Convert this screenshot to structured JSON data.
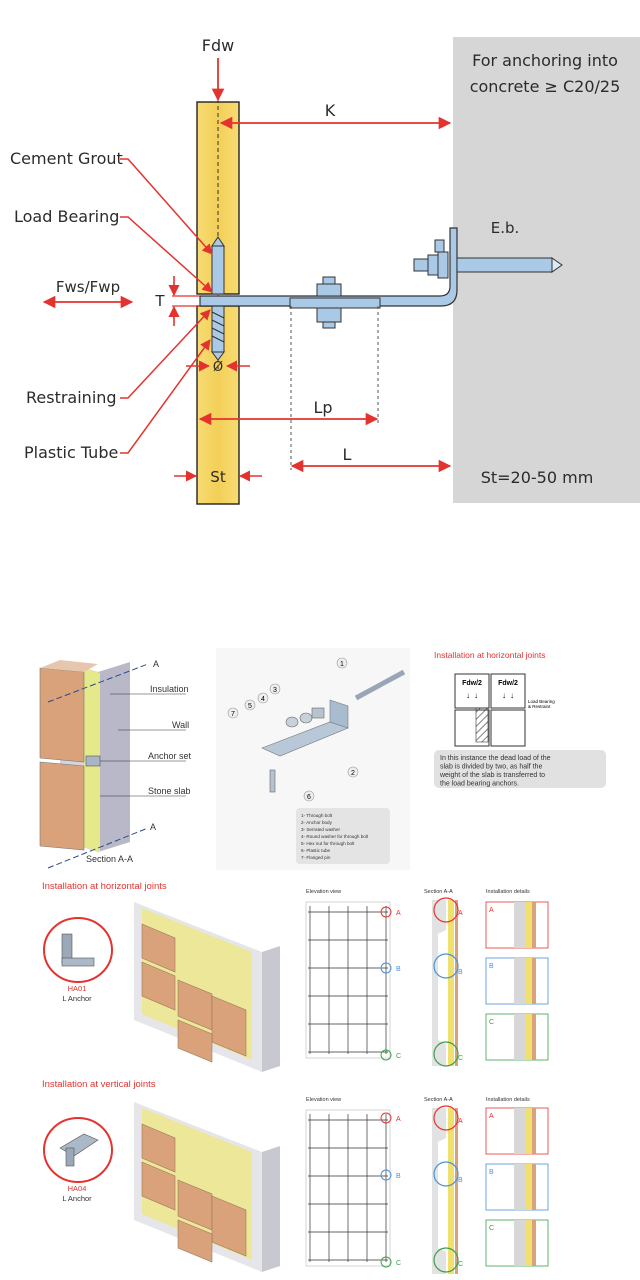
{
  "top": {
    "fdw": "Fdw",
    "k": "K",
    "cement_grout": "Cement Grout",
    "load_bearing": "Load Bearing",
    "fws_fwp": "Fws/Fwp",
    "t": "T",
    "diameter": "Ø",
    "restraining": "Restraining",
    "plastic_tube": "Plastic Tube",
    "lp": "Lp",
    "l": "L",
    "st": "St",
    "concrete_line1": "For anchoring into",
    "concrete_line2": "concrete ≥ C20/25",
    "eb": "E.b.",
    "st_range": "St=20-50 mm"
  },
  "section": {
    "a_top": "A",
    "insulation": "Insulation",
    "wall": "Wall",
    "anchor_set": "Anchor set",
    "stone_slab": "Stone slab",
    "a_bottom": "A",
    "section_aa": "Section A-A"
  },
  "parts": {
    "n1": "1",
    "n2": "2",
    "n3": "3",
    "n4": "4",
    "n5": "5",
    "n6": "6",
    "n7": "7",
    "list": [
      "1- Through bolt",
      "2- Anchor body",
      "3- Serrated washer",
      "4- Round washer for through bolt",
      "5- Hex nut for through bolt",
      "6- Plastic tube",
      "7- Flanged pin"
    ]
  },
  "horizontal_info": {
    "title": "Installation at horizontal joints",
    "fdw2_left": "Fdw/2",
    "fdw2_right": "Fdw/2",
    "load_line1": "Load Bearing",
    "load_line2": "& Restraint",
    "desc": [
      "In this instance the dead load of the",
      "slab is divided by two, as half the",
      "weight of the slab is transferred to",
      "the load bearing anchors."
    ]
  },
  "row1": {
    "title": "Installation at horizontal joints",
    "code": "HA01",
    "name": "L Anchor",
    "elevation": "Elevation view",
    "section": "Section A-A",
    "details": "Installation details",
    "a": "A",
    "b": "B",
    "c": "C"
  },
  "row2": {
    "title": "Installation at vertical joints",
    "code": "HA04",
    "name": "L Anchor",
    "elevation": "Elevation view",
    "section": "Section A-A",
    "details": "Installation details",
    "a": "A",
    "b": "B",
    "c": "C"
  },
  "colors": {
    "accent_red": "#e4332f",
    "stone": "#f5d76e",
    "concrete": "#d4d4d4",
    "steel": "#a9c9e6",
    "blue_marker": "#4a90d9",
    "green_marker": "#3aa04a"
  }
}
